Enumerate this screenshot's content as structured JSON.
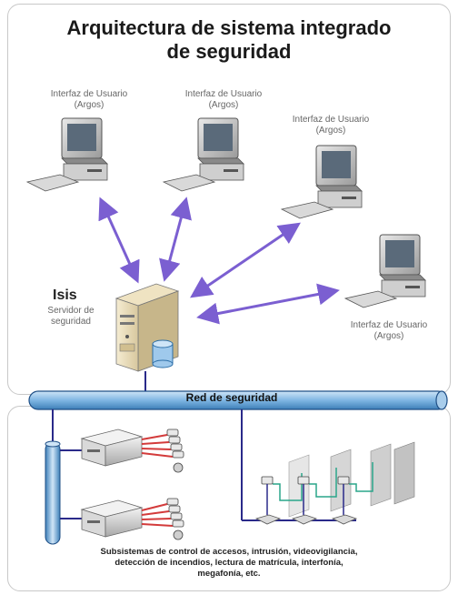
{
  "title": {
    "line1": "Arquitectura de sistema integrado",
    "line2": "de seguridad"
  },
  "clients": [
    {
      "line1": "Interfaz de Usuario",
      "line2": "(Argos)"
    },
    {
      "line1": "Interfaz de Usuario",
      "line2": "(Argos)"
    },
    {
      "line1": "Interfaz de Usuario",
      "line2": "(Argos)"
    },
    {
      "line1": "Interfaz de Usuario",
      "line2": "(Argos)"
    }
  ],
  "server": {
    "name": "Isis",
    "role_line1": "Servidor de",
    "role_line2": "seguridad"
  },
  "network": {
    "label": "Red de seguridad"
  },
  "subsystems": {
    "line1": "Subsistemas de control de accesos, intrusión, videovigilancia,",
    "line2": "detección de incendios, lectura de matrícula, interfonía,",
    "line3": "megafonía, etc."
  },
  "colors": {
    "arrow": "#7b5fd1",
    "network_pipe": "#7fb6e3",
    "network_line": "#2a2a8a",
    "camera_cable": "#d33b3b",
    "door_cable": "#2aa58a"
  }
}
